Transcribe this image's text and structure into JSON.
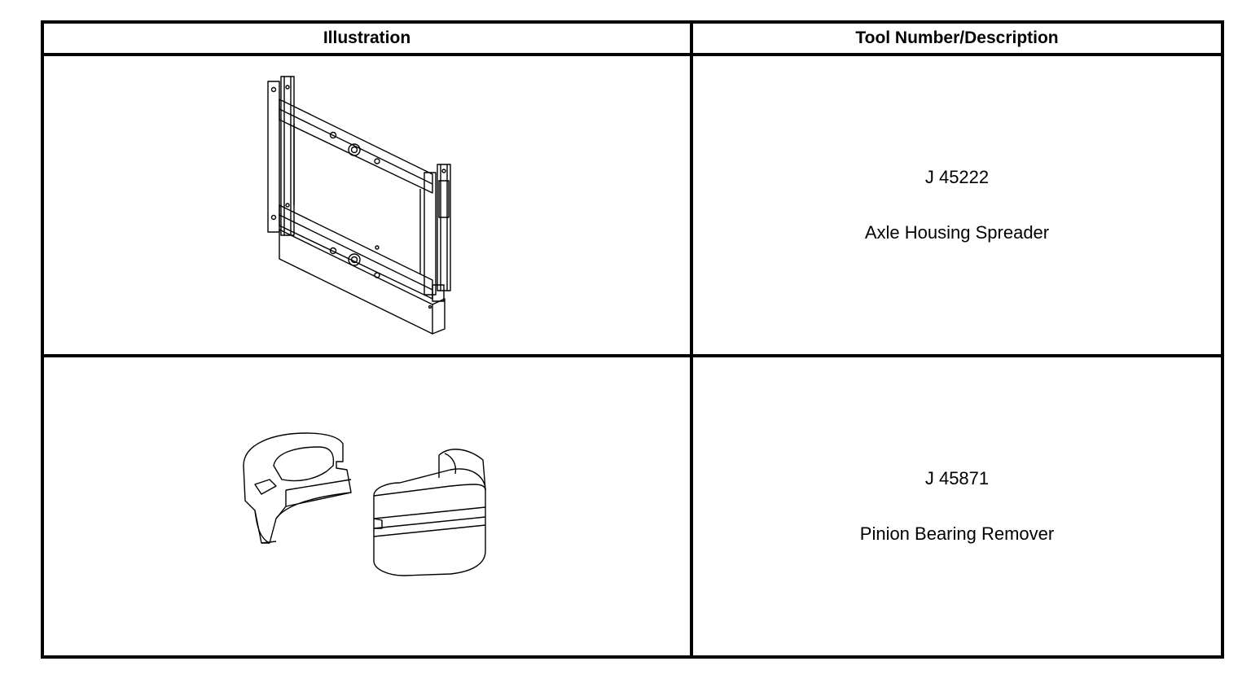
{
  "table": {
    "headers": {
      "illustration": "Illustration",
      "tool": "Tool Number/Description"
    },
    "rows": [
      {
        "tool_number": "J 45222",
        "description": "Axle Housing Spreader",
        "illustration_icon": "axle-housing-spreader-icon"
      },
      {
        "tool_number": "J 45871",
        "description": "Pinion Bearing Remover",
        "illustration_icon": "pinion-bearing-remover-icon"
      }
    ]
  }
}
